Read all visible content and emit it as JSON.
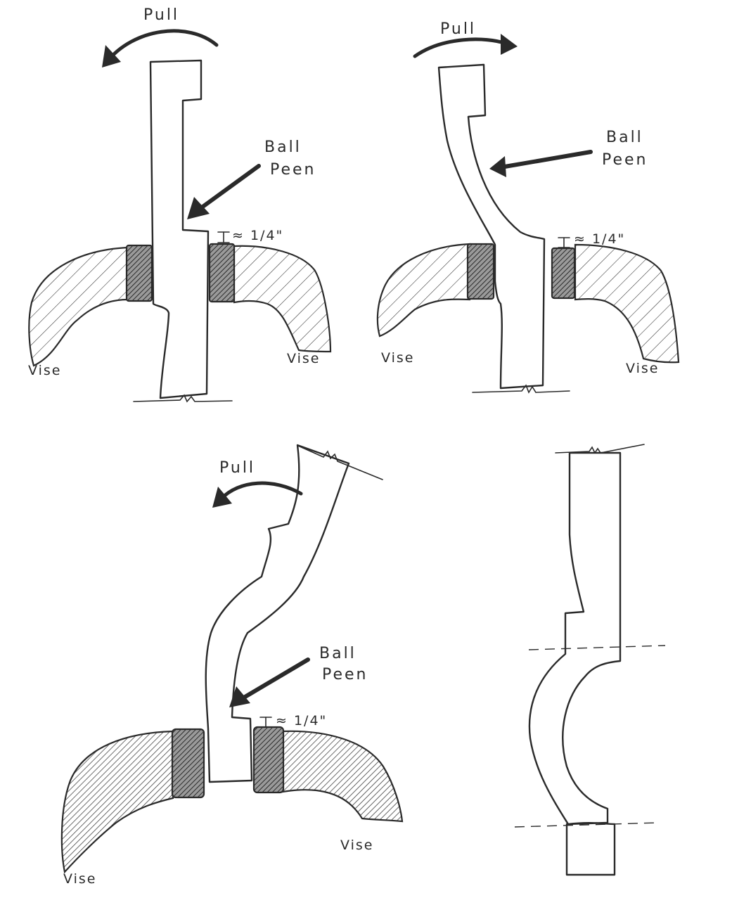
{
  "labels": {
    "pull": "Pull",
    "ball_peen_line1": "Ball",
    "ball_peen_line2": "Peen",
    "vise": "Vise",
    "gap_approx": "≈ 1/4\""
  },
  "colors": {
    "ink": "#2a2a2a",
    "paper": "#ffffff"
  }
}
